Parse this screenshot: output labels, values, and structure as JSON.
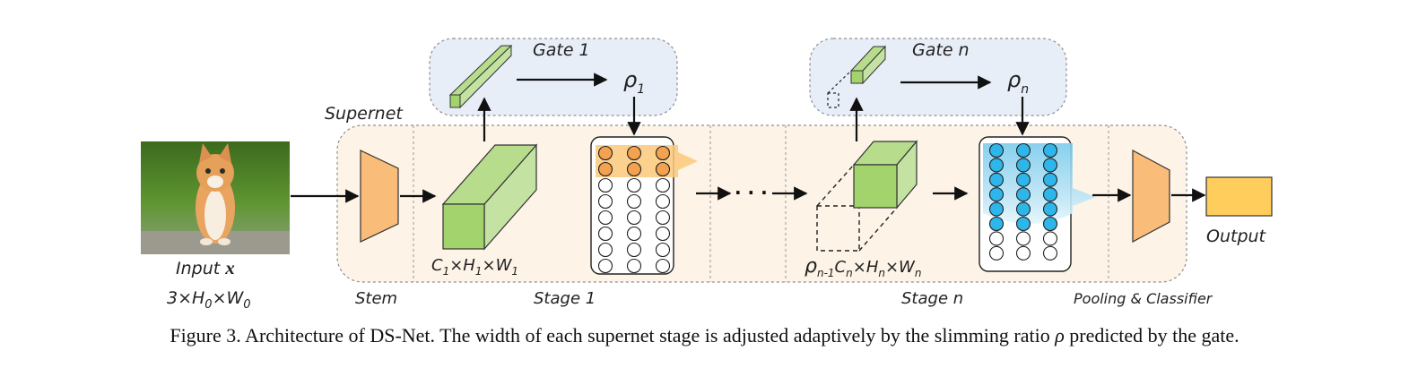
{
  "labels": {
    "supernet": "Supernet",
    "gate1": "Gate 1",
    "gaten": "Gate n",
    "input_prefix": "Input ",
    "input_var": "x",
    "input_shape": {
      "a": "3×H",
      "a_sub": "0",
      "b": "×W",
      "b_sub": "0"
    },
    "stage1_shape": {
      "c": "C",
      "c_sub": "1",
      "h": "×H",
      "h_sub": "1",
      "w": "×W",
      "w_sub": "1"
    },
    "stagen_shape": {
      "rho": "ρ",
      "rho_sub": "n-1",
      "c": "C",
      "c_sub": "n",
      "h": "×H",
      "h_sub": "n",
      "w": "×W",
      "w_sub": "n"
    },
    "rho1": {
      "rho": "ρ",
      "sub": "1"
    },
    "rhon": {
      "rho": "ρ",
      "sub": "n"
    },
    "stem": "Stem",
    "stage1": "Stage 1",
    "stagen": "Stage n",
    "pooling": "Pooling & Classifier",
    "output": "Output",
    "ellipsis": "· · ·"
  },
  "caption": {
    "before": "Figure 3. Architecture of DS-Net. The width of each supernet stage is adjusted adaptively by the slimming ratio ",
    "rho": "ρ",
    "after": " predicted by the gate."
  },
  "colors": {
    "gate_bg": "#e8eef8",
    "supernet_bg": "#fdf3e7",
    "stem_orange": "#f9bd79",
    "cube_green": "#a3d36d",
    "output_yellow": "#ffcd5c",
    "active_orange": "#f4a150",
    "active_blue": "#2eb6ea"
  }
}
